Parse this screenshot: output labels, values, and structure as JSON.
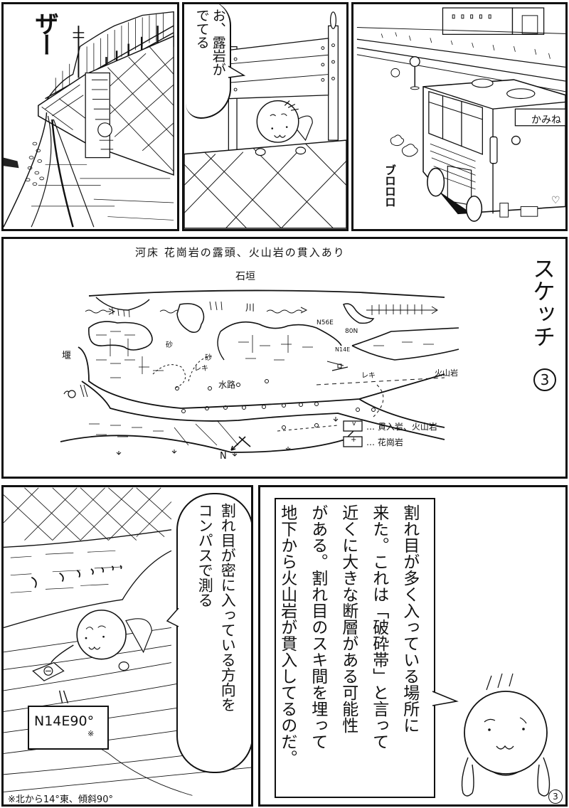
{
  "page": {
    "page_number": "3"
  },
  "panel1": {
    "sfx": "ザー",
    "scene": "river-bed-with-stone-wall-and-stairs"
  },
  "panel2": {
    "speech": "お、露岩がでてる",
    "speech_line1": "お、露岩が",
    "speech_line2": "でてる"
  },
  "panel3": {
    "bus_sign": "かみね",
    "sfx": "ブロロロ",
    "heart": "♡"
  },
  "sketch": {
    "title": "河床 花崗岩の露頭、火山岩の貫入あり",
    "label_stone_wall": "石垣",
    "label_river": "川",
    "label_weir": "堰",
    "label_waterway": "水路",
    "label_sand_1": "砂",
    "label_sand_2": "砂",
    "label_gravel": "レキ",
    "label_volcanic": "火山岩",
    "strike_label_1": "N56E",
    "dip_label_1": "80N",
    "strike_label_2": "N14E",
    "north_label": "N",
    "side_title": "スケッチ",
    "side_number": "3",
    "legend": [
      {
        "symbol": "v",
        "label": "… 貫入岩、火山岩"
      },
      {
        "symbol": "+",
        "label": "… 花崗岩"
      }
    ]
  },
  "panel4": {
    "speech_col1": "割れ目が密に入っている方向を",
    "speech_col2": "コンパスで測る",
    "compass_reading": "N14E90°",
    "compass_note_mark": "※",
    "footnote": "※北から14°東、傾斜90°"
  },
  "panel5": {
    "narration_cols": [
      "割れ目が多く入っている場所に",
      "来た。これは「破砕帯」と言って",
      "近くに大きな断層がある可能性",
      "がある。割れ目のスキ間を埋って",
      "地下から火山岩が貫入してるのだ。"
    ]
  }
}
